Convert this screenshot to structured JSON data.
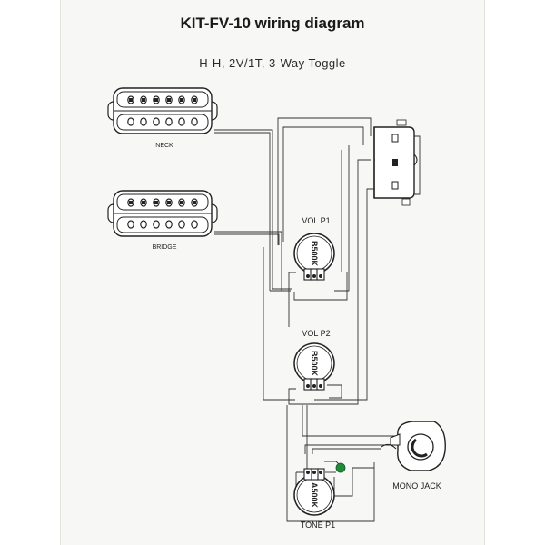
{
  "title": "KIT-FV-10 wiring diagram",
  "subtitle": "H-H, 2V/1T, 3-Way Toggle",
  "labels": {
    "neck": "NECK",
    "bridge": "BRIDGE",
    "vol1": "VOL P1",
    "vol2": "VOL P2",
    "tone": "TONE P1",
    "jack": "MONO JACK"
  },
  "pots": {
    "vol1": "B500K",
    "vol2": "B500K",
    "tone": "A500K"
  },
  "colors": {
    "ink": "#222222",
    "wire": "#333333",
    "capacitor": "#1e8a3c"
  }
}
